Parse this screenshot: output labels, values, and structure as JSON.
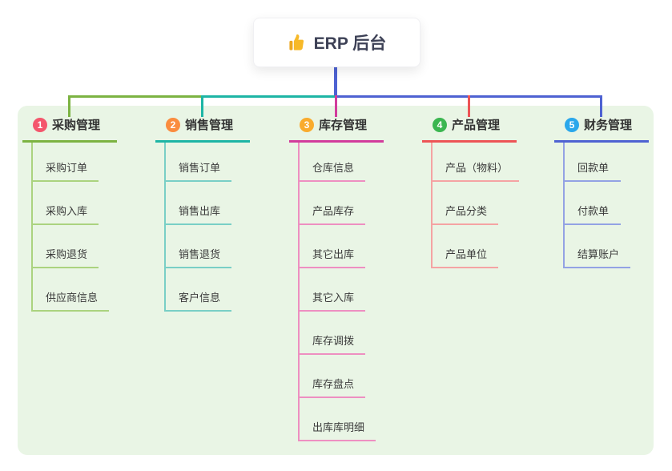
{
  "root": {
    "title": "ERP 后台",
    "icon": "thumbs-up-icon",
    "line_color": "#4e62d2"
  },
  "panel_color": "#e9f5e5",
  "branches": [
    {
      "number": "1",
      "label": "采购管理",
      "line_color": "#7cb342",
      "child_line_color": "#abd37f",
      "badge_color": "#f4566c",
      "children": [
        "采购订单",
        "采购入库",
        "采购退货",
        "供应商信息"
      ]
    },
    {
      "number": "2",
      "label": "销售管理",
      "line_color": "#1db5a5",
      "child_line_color": "#79cfc6",
      "badge_color": "#fa8c3e",
      "children": [
        "销售订单",
        "销售出库",
        "销售退货",
        "客户信息"
      ]
    },
    {
      "number": "3",
      "label": "库存管理",
      "line_color": "#d23c9c",
      "child_line_color": "#ee8fc1",
      "badge_color": "#f9ab2d",
      "children": [
        "仓库信息",
        "产品库存",
        "其它出库",
        "其它入库",
        "库存调拨",
        "库存盘点",
        "出库库明细"
      ]
    },
    {
      "number": "4",
      "label": "产品管理",
      "line_color": "#ed5456",
      "child_line_color": "#f5a3a3",
      "badge_color": "#3bb650",
      "children": [
        "产品（物料）",
        "产品分类",
        "产品单位"
      ]
    },
    {
      "number": "5",
      "label": "财务管理",
      "line_color": "#4e62d2",
      "child_line_color": "#93a2e4",
      "badge_color": "#2aa7eb",
      "children": [
        "回款单",
        "付款单",
        "结算账户"
      ]
    }
  ]
}
